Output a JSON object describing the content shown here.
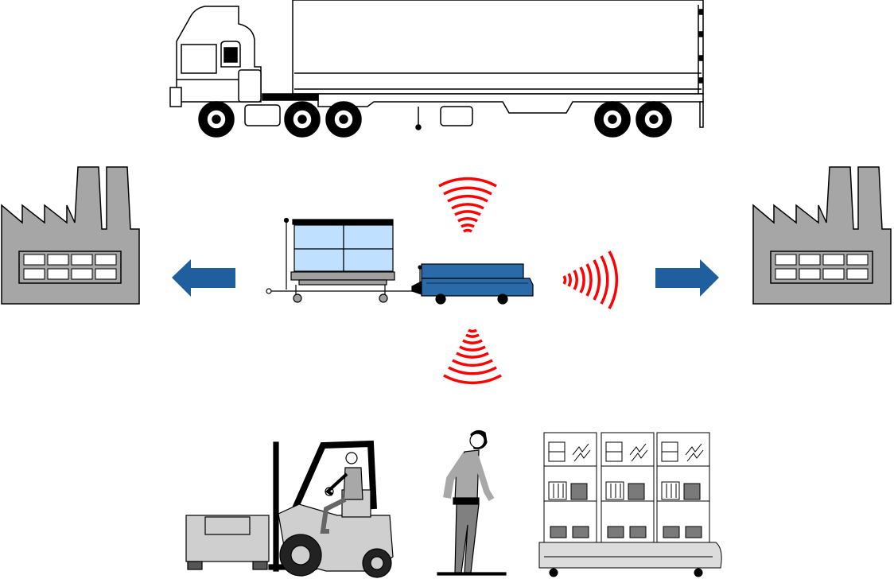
{
  "colors": {
    "outline": "#000000",
    "factory": "#a6a6a6",
    "factory_window": "#ffffff",
    "arrow": "#1f5f9e",
    "signal": "#ff0000",
    "agv": "#2a6aa8",
    "pallet_load": "#bfe0ff",
    "forklift_body": "#cfcfcf",
    "forklift_dark": "#222222",
    "person_shirt": "#a8a8a8",
    "person_pants": "#808080",
    "cart_frame": "#dcdcdc",
    "box_dark": "#7a7a7a"
  },
  "elements": {
    "truck": "semi-trailer-truck",
    "factory_left": "factory-icon",
    "factory_right": "factory-icon",
    "arrow_left": "left-arrow-icon",
    "arrow_right": "right-arrow-icon",
    "agv": "automated-guided-vehicle",
    "pallet_cart": "pallet-cart",
    "signal_top": "wireless-signal-icon",
    "signal_right": "wireless-signal-icon",
    "signal_bottom": "wireless-signal-icon",
    "forklift": "forklift",
    "worker": "walking-person",
    "shelf_cart": "shelf-trolley"
  }
}
